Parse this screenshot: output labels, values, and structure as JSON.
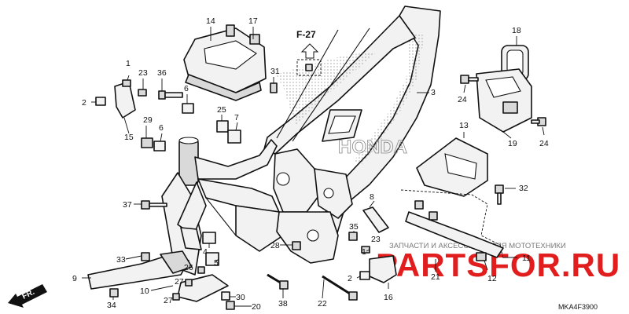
{
  "diagram": {
    "reference": "F-27",
    "direction_label": "FR.",
    "diagram_code": "MKA4F3900",
    "brand_mark": "HONDA",
    "watermark": {
      "main": "PARTSFOR.RU",
      "sub": "ЗАПЧАСТИ И АКСЕССУАРЫ ДЛЯ МОТОТЕХНИКИ"
    },
    "callouts": [
      "1",
      "2",
      "23",
      "36",
      "6",
      "15",
      "29",
      "6",
      "14",
      "17",
      "31",
      "25",
      "7",
      "3",
      "18",
      "24",
      "24",
      "19",
      "13",
      "32",
      "37",
      "8",
      "35",
      "23",
      "1",
      "2",
      "28",
      "4",
      "5",
      "33",
      "9",
      "34",
      "10",
      "26",
      "27",
      "27",
      "30",
      "20",
      "38",
      "22",
      "16",
      "21",
      "11",
      "12"
    ]
  }
}
